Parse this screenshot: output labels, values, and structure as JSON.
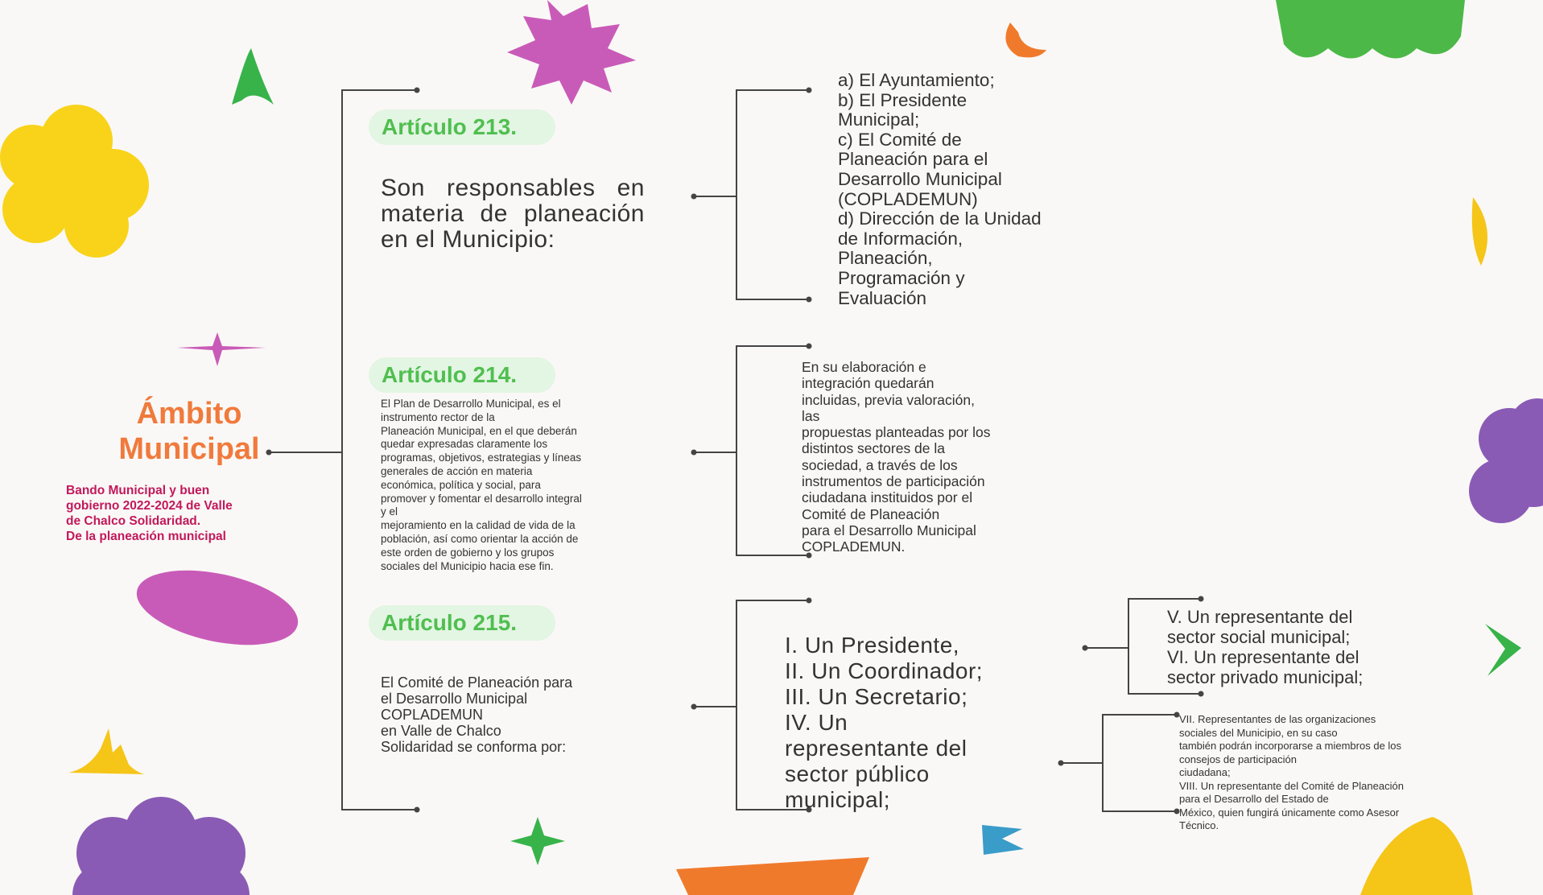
{
  "colors": {
    "title": "#f07a3c",
    "subtitle": "#c2185b",
    "article_label": "#4fbf4f",
    "article_label_bg": "#e3f5e3",
    "text": "#333333",
    "connector": "#444444"
  },
  "title": {
    "line1": "Ámbito",
    "line2": "Municipal"
  },
  "subtitle": {
    "line1": "Bando Municipal y buen",
    "line2": "gobierno 2022-2024 de Valle",
    "line3": "de Chalco Solidaridad.",
    "line4": "De la planeación municipal"
  },
  "articles": [
    {
      "label": "Artículo 213.",
      "text": "Son responsables en materia de planeación en el Municipio:",
      "items": [
        "a) El Ayuntamiento;",
        "b) El Presidente",
        "Municipal;",
        "c) El Comité de",
        "Planeación para el",
        "Desarrollo Municipal",
        "(COPLADEMUN)",
        "d) Dirección de la Unidad",
        "de Información,",
        "Planeación,",
        "Programación y",
        "Evaluación"
      ]
    },
    {
      "label": "Artículo 214.",
      "text_lines": [
        "El Plan de Desarrollo Municipal, es el",
        "instrumento rector de la",
        "Planeación Municipal, en el que deberán",
        "quedar expresadas claramente los",
        "programas, objetivos, estrategias y líneas",
        "generales de acción en materia",
        "económica, política y social, para",
        "promover y fomentar el desarrollo integral",
        "y el",
        "mejoramiento en la calidad de vida de la",
        "población, así como orientar la acción de",
        "este orden de gobierno y los grupos",
        "sociales del Municipio hacia ese fin."
      ],
      "items": [
        "En su elaboración e",
        "integración quedarán",
        "incluidas, previa valoración,",
        "las",
        "propuestas planteadas por los",
        "distintos sectores de la",
        "sociedad, a través de los",
        "instrumentos de participación",
        "ciudadana instituidos por el",
        "Comité de Planeación",
        "para el Desarrollo Municipal",
        "COPLADEMUN."
      ]
    },
    {
      "label": "Artículo 215.",
      "text_lines": [
        "El Comité de Planeación para",
        "el Desarrollo Municipal",
        "COPLADEMUN",
        "en Valle de Chalco",
        "Solidaridad se conforma por:"
      ],
      "items": [
        "I. Un Presidente,",
        "II. Un Coordinador;",
        "III. Un Secretario;",
        "IV. Un",
        "representante del",
        "sector público",
        "municipal;"
      ],
      "items_right_top": [
        "V. Un representante del",
        "sector social municipal;",
        "VI. Un representante del",
        "sector privado municipal;"
      ],
      "items_right_bottom": [
        "VII. Representantes de las organizaciones",
        "sociales del Municipio, en su caso",
        "también podrán incorporarse a miembros de los",
        "consejos de participación",
        "ciudadana;",
        "VIII. Un representante del Comité de Planeación",
        "para el Desarrollo del Estado de",
        "México, quien fungirá únicamente como Asesor",
        "Técnico."
      ]
    }
  ]
}
